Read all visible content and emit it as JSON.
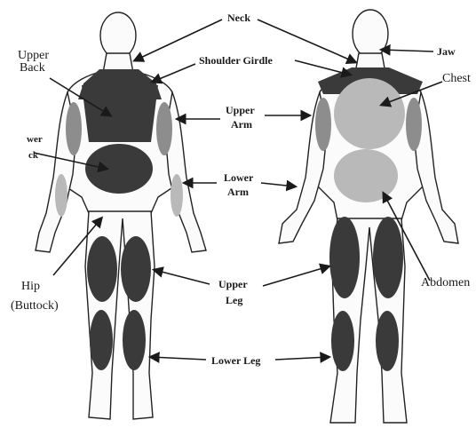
{
  "labels": {
    "neck": "Neck",
    "shoulder_girdle": "Shoulder Girdle",
    "jaw": "Jaw",
    "upper_back_l1": "Upper",
    "upper_back_l2": "Back",
    "lower_back_l1": "wer",
    "lower_back_l2": "ck",
    "chest": "Chest",
    "upper_arm_l1": "Upper",
    "upper_arm_l2": "Arm",
    "lower_arm_l1": "Lower",
    "lower_arm_l2": "Arm",
    "hip_l1": "Hip",
    "hip_l2": "(Buttock)",
    "upper_leg_l1": "Upper",
    "upper_leg_l2": "Leg",
    "abdomen": "Abdomen",
    "lower_leg": "Lower Leg"
  },
  "colors": {
    "dark_region": "#3a3a3a",
    "medium_region": "#8d8d8d",
    "light_region": "#b9b9b9",
    "outline": "#222222"
  }
}
